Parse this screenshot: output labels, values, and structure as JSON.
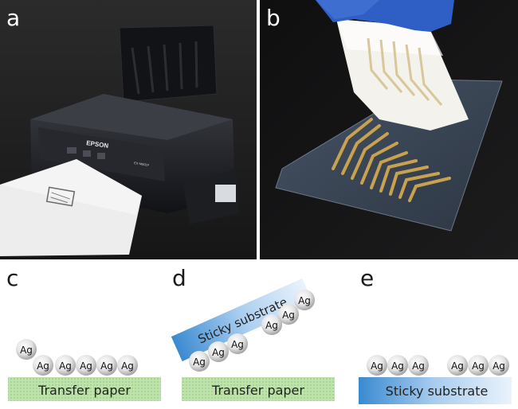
{
  "panels": {
    "a": "a",
    "b": "b",
    "c": "c",
    "d": "d",
    "e": "e"
  },
  "printer": {
    "brand": "EPSON",
    "model": "EX-M601F"
  },
  "particle_label": "Ag",
  "labels": {
    "transfer_paper_c": "Transfer paper",
    "transfer_paper_d": "Transfer paper",
    "sticky_substrate_d": "Sticky substrate",
    "sticky_substrate_e": "Sticky substrate"
  },
  "colors": {
    "transfer_paper": "#c8e8b8",
    "sticky_substrate_light": "#dcebf7",
    "sticky_substrate_dark": "#3a8ad0",
    "particle_light": "#f0f0f0",
    "particle_dark": "#9a9a9a",
    "glove": "#2f5fc4",
    "circuit": "#c8a35a"
  }
}
